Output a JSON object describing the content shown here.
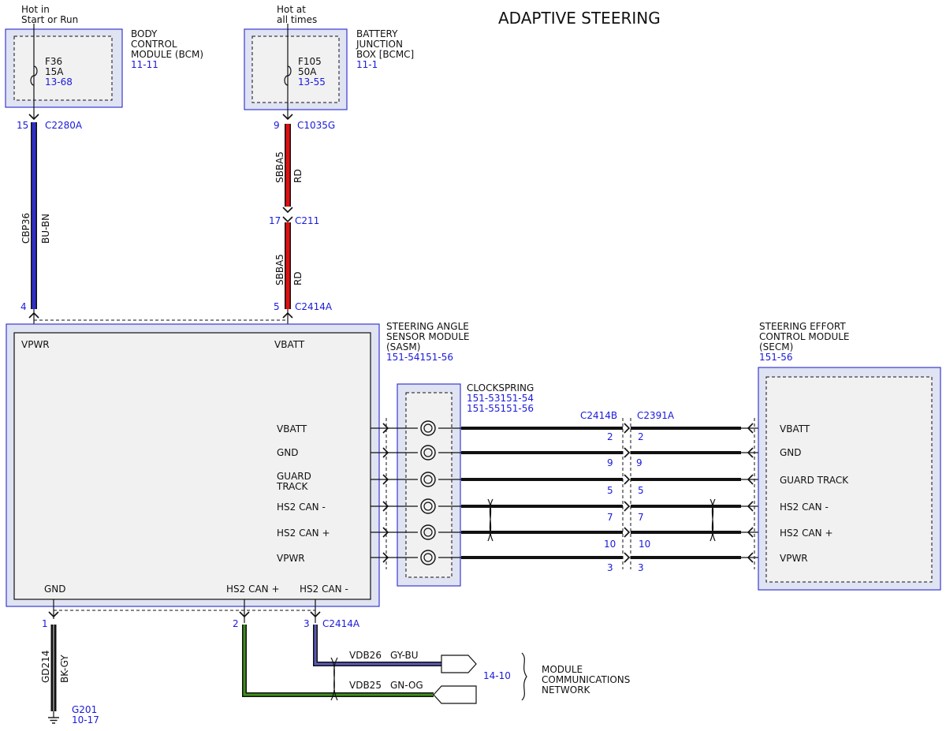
{
  "title": "ADAPTIVE STEERING",
  "bcm": {
    "supply_lines": [
      "Hot in",
      "Start or Run"
    ],
    "name_lines": [
      "BODY",
      "CONTROL",
      "MODULE (BCM)"
    ],
    "page_ref": "11-11",
    "fuse_name": "F36",
    "fuse_rating": "15A",
    "fuse_ref": "13-68",
    "pin": "15",
    "connector": "C2280A"
  },
  "bjb": {
    "supply_lines": [
      "Hot at",
      "all times"
    ],
    "name_lines": [
      "BATTERY",
      "JUNCTION",
      "BOX [BCMC]"
    ],
    "page_ref": "11-1",
    "fuse_name": "F105",
    "fuse_rating": "50A",
    "fuse_ref": "13-55",
    "pin": "9",
    "connector": "C1035G"
  },
  "wires": {
    "cbp36": {
      "circuit": "CBP36",
      "color": "BU-BN"
    },
    "sbba5_upper": {
      "circuit": "SBBA5",
      "color": "RD"
    },
    "sbba5_lower": {
      "circuit": "SBBA5",
      "color": "RD"
    },
    "gd214": {
      "circuit": "GD214",
      "color": "BK-GY"
    },
    "vdb26": {
      "circuit": "VDB26",
      "color": "GY-BU"
    },
    "vdb25": {
      "circuit": "VDB25",
      "color": "GN-OG"
    }
  },
  "inline_c211": {
    "pin": "17",
    "connector": "C211"
  },
  "sasm": {
    "name_lines": [
      "STEERING ANGLE",
      "SENSOR MODULE",
      "(SASM)"
    ],
    "page_ref": "151-54151-56",
    "top_pins": [
      {
        "pin": "4",
        "label": "VPWR"
      },
      {
        "pin": "5",
        "label": "VBATT",
        "connector": "C2414A"
      }
    ],
    "bottom_pins": [
      {
        "pin": "1",
        "label": "GND"
      },
      {
        "pin": "2",
        "label": "HS2 CAN +"
      },
      {
        "pin": "3",
        "label": "HS2 CAN -",
        "connector": "C2414A"
      }
    ],
    "right_labels": [
      "VBATT",
      "GND",
      "GUARD",
      "TRACK",
      "HS2 CAN -",
      "HS2 CAN +",
      "VPWR"
    ]
  },
  "clockspring": {
    "name": "CLOCKSPRING",
    "refs": [
      "151-53151-54",
      "151-55151-56"
    ]
  },
  "secm": {
    "name_lines": [
      "STEERING EFFORT",
      "CONTROL MODULE",
      "(SECM)"
    ],
    "page_ref": "151-56",
    "labels": [
      "VBATT",
      "GND",
      "GUARD TRACK",
      "HS2 CAN -",
      "HS2 CAN +",
      "VPWR"
    ]
  },
  "connectors": {
    "left": "C2414B",
    "right": "C2391A"
  },
  "pin_rows": [
    {
      "left": "2",
      "right": "2"
    },
    {
      "left": "9",
      "right": "9"
    },
    {
      "left": "5",
      "right": "5"
    },
    {
      "left": "7",
      "right": "7"
    },
    {
      "left": "10",
      "right": "10"
    },
    {
      "left": "3",
      "right": "3"
    }
  ],
  "ground": {
    "name": "G201",
    "ref": "10-17"
  },
  "network": {
    "ref": "14-10",
    "name_lines": [
      "MODULE",
      "COMMUNICATIONS",
      "NETWORK"
    ]
  },
  "colors": {
    "module_border": "#3a3ad0",
    "module_fill": "#f1f1f1",
    "reference_text": "#1a1adb",
    "wire_blue_brown": "#2f2fc8",
    "wire_red": "#e01010",
    "wire_black": "#111111",
    "wire_green": "#3e8f1e",
    "wire_gray_blue": "#5a5ab8"
  }
}
